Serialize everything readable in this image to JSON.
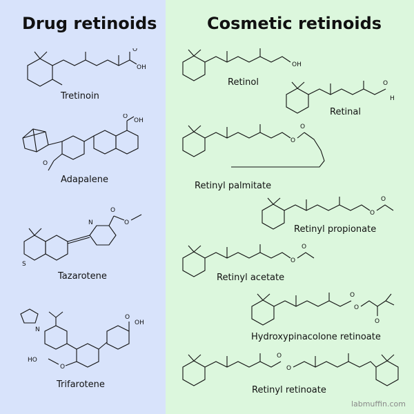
{
  "titles": {
    "drug": "Drug retinoids",
    "cosmetic": "Cosmetic retinoids"
  },
  "drug_retinoids": [
    {
      "name": "Tretinoin"
    },
    {
      "name": "Adapalene"
    },
    {
      "name": "Tazarotene"
    },
    {
      "name": "Trifarotene"
    }
  ],
  "cosmetic_retinoids": [
    {
      "name": "Retinol"
    },
    {
      "name": "Retinal"
    },
    {
      "name": "Retinyl palmitate"
    },
    {
      "name": "Retinyl propionate"
    },
    {
      "name": "Retinyl acetate"
    },
    {
      "name": "Hydroxypinacolone retinoate"
    },
    {
      "name": "Retinyl retinoate"
    }
  ],
  "atom_labels": {
    "OH": "OH",
    "O": "O",
    "H": "H",
    "N": "N",
    "S": "S",
    "HO": "HO"
  },
  "watermark": "labmuffin.com",
  "colors": {
    "drug_panel": "#d8e3fb",
    "cosmetic_panel": "#dcf7dd"
  }
}
